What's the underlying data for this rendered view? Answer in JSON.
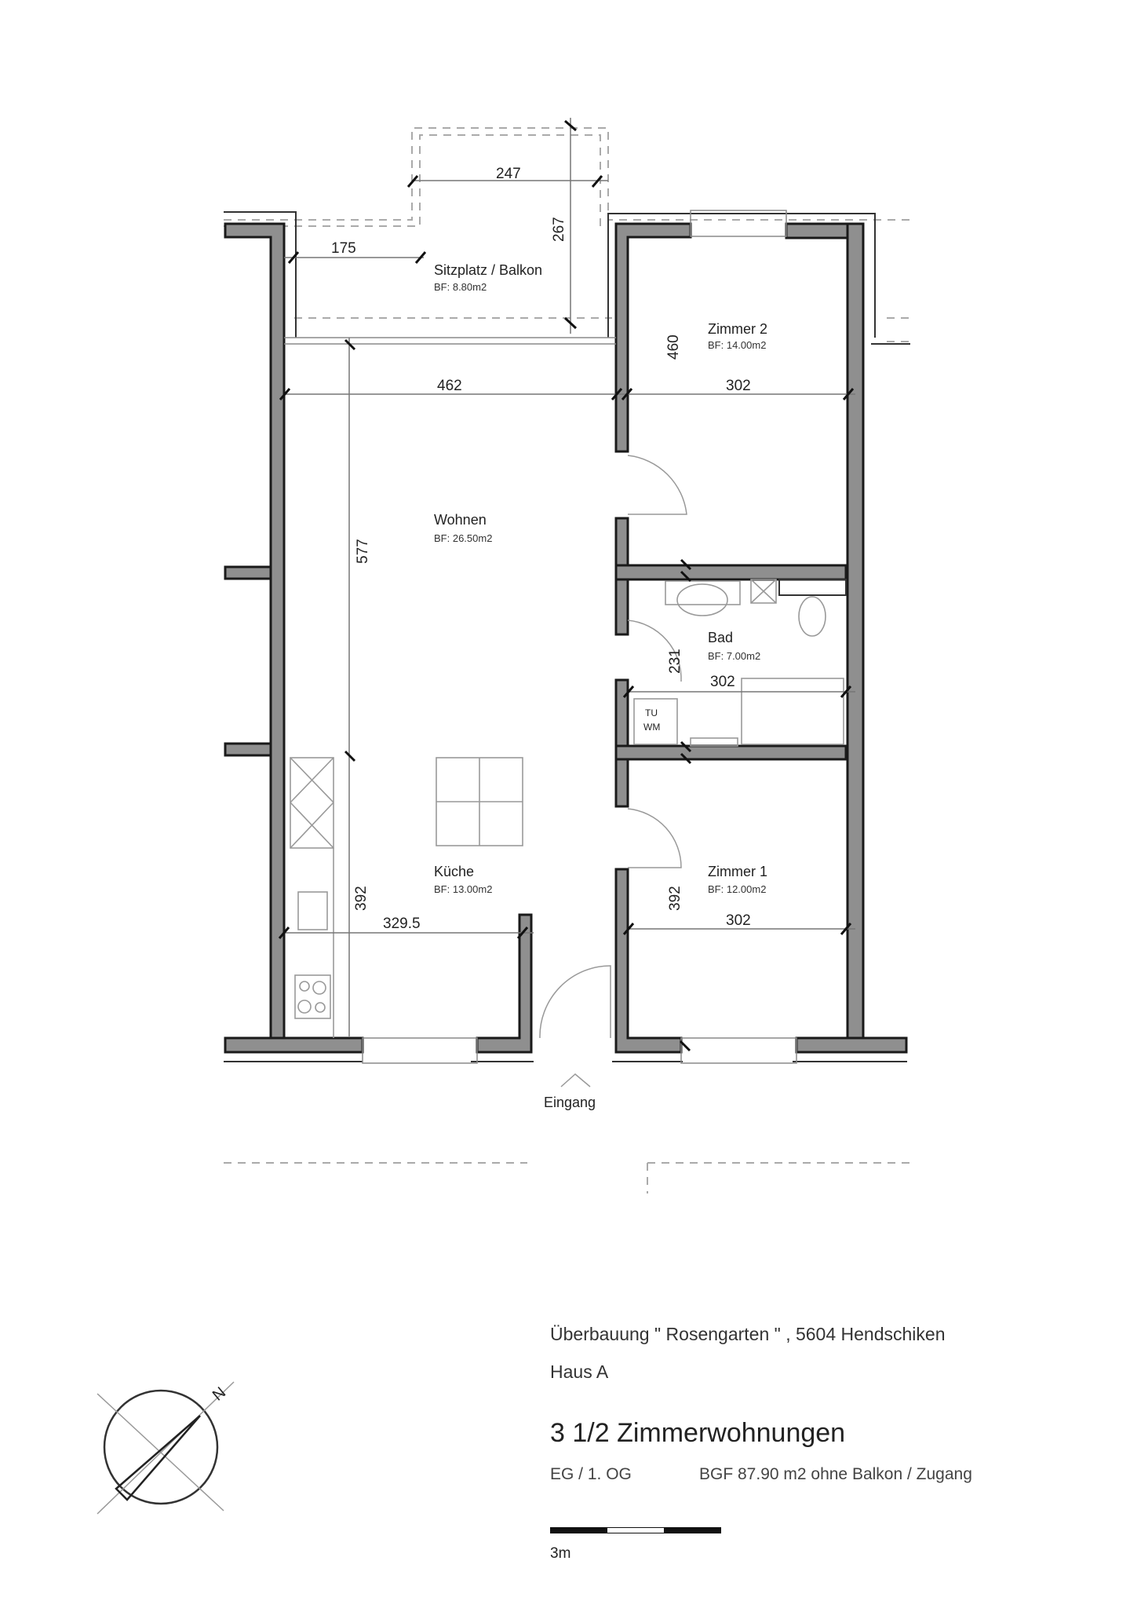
{
  "plan": {
    "balcony": {
      "name": "Sitzplatz / Balkon",
      "area": "BF: 8.80m2",
      "dim_width": "247",
      "dim_depth": "267",
      "dim_offset": "175"
    },
    "rooms": [
      {
        "id": "wohnen",
        "name": "Wohnen",
        "area": "BF: 26.50m2"
      },
      {
        "id": "zimmer2",
        "name": "Zimmer 2",
        "area": "BF: 14.00m2"
      },
      {
        "id": "bad",
        "name": "Bad",
        "area": "BF: 7.00m2"
      },
      {
        "id": "kueche",
        "name": "Küche",
        "area": "BF: 13.00m2"
      },
      {
        "id": "zimmer1",
        "name": "Zimmer 1",
        "area": "BF: 12.00m2"
      }
    ],
    "dimensions": {
      "wohnen_width": "462",
      "wohnen_depth": "577",
      "zimmer2_width": "302",
      "zimmer2_depth": "460",
      "bad_width": "302",
      "bad_depth": "231",
      "kueche_width": "329.5",
      "kueche_depth": "392",
      "zimmer1_width": "302",
      "zimmer1_depth": "392"
    },
    "laundry_label_1": "TU",
    "laundry_label_2": "WM",
    "entrance_label": "Eingang",
    "north_label": "N"
  },
  "title_block": {
    "project": "Überbauung \" Rosengarten \" , 5604 Hendschiken",
    "house": "Haus A",
    "unit_type": "3 1/2 Zimmerwohnungen",
    "floors": "EG / 1. OG",
    "gross_area": "BGF 87.90 m2 ohne Balkon / Zugang"
  },
  "scale": {
    "label": "3m",
    "segments": [
      "#111111",
      "#ffffff",
      "#111111"
    ]
  },
  "colors": {
    "wall_fill": "#8f8f8f",
    "wall_outline": "#1a1a1a",
    "background": "#ffffff"
  }
}
